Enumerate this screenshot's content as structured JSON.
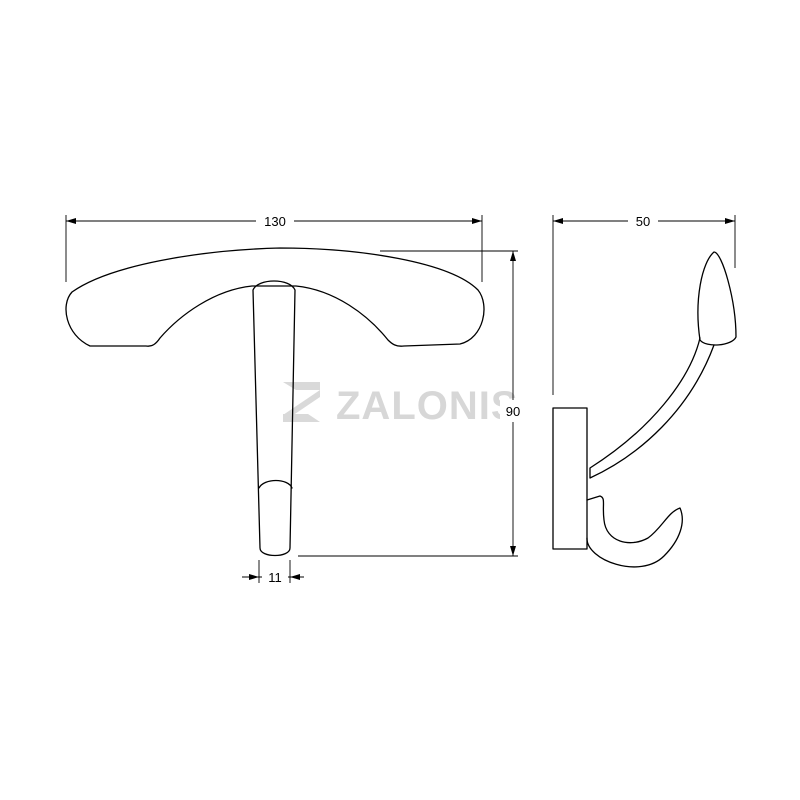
{
  "watermark": {
    "text": "ZALONIS",
    "color": "#d7d7d7"
  },
  "dimensions": {
    "width": "130",
    "height": "90",
    "stem_width": "11",
    "depth": "50"
  },
  "line_color": "#000000"
}
